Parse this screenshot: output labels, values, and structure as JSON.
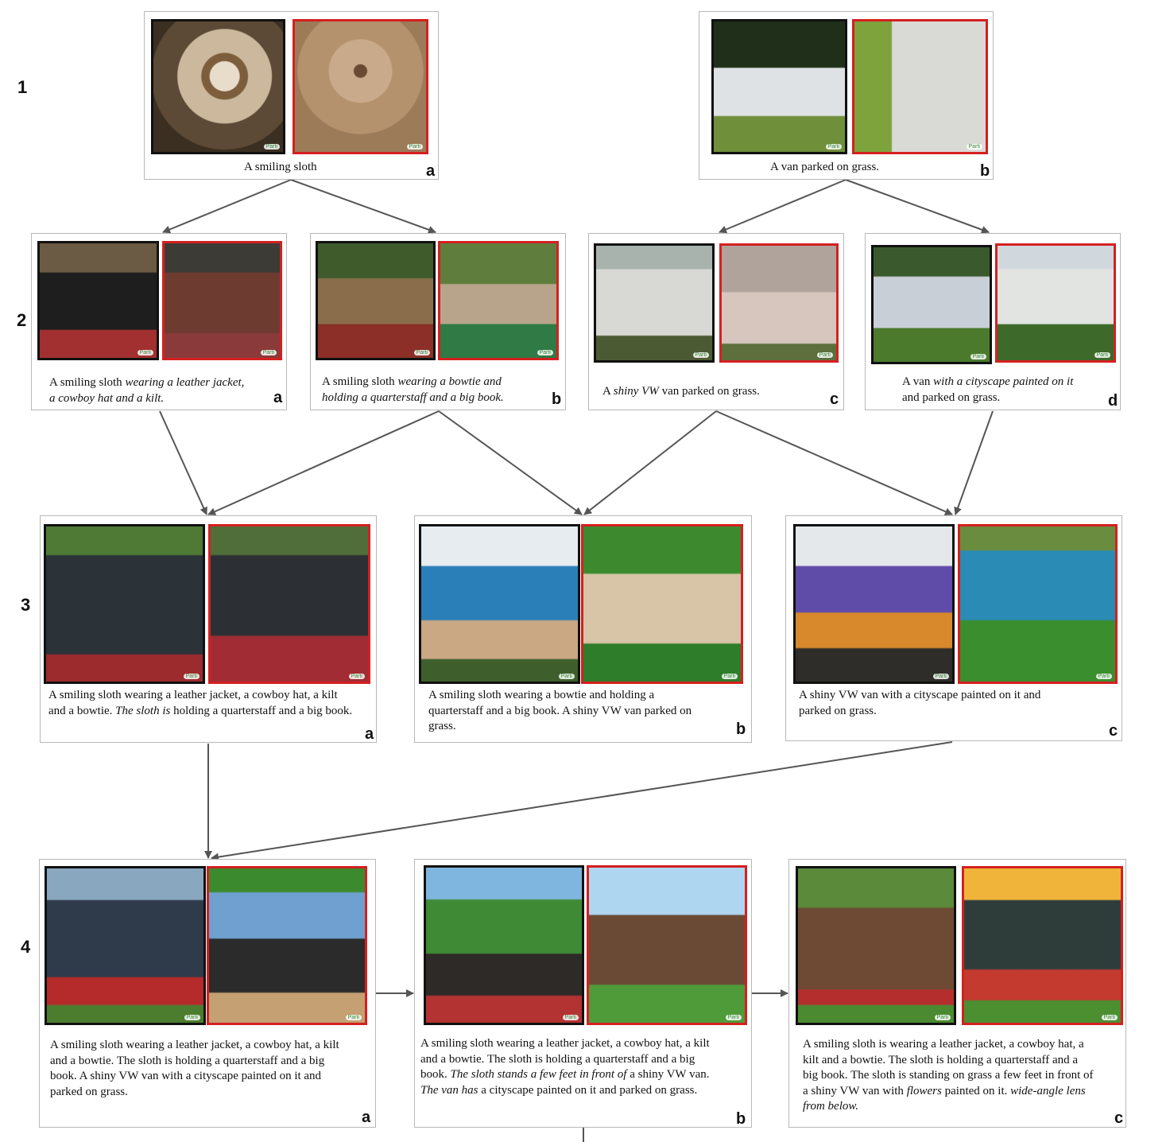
{
  "row_labels": [
    "1",
    "2",
    "3",
    "4"
  ],
  "image_watermark": "Parti",
  "panels": {
    "r1a": {
      "letter": "a",
      "caption": [
        "A smiling sloth"
      ]
    },
    "r1b": {
      "letter": "b",
      "caption": [
        "A van parked on grass."
      ]
    },
    "r2a": {
      "letter": "a",
      "caption": [
        "A smiling sloth ",
        "wearing a leather jacket,",
        "a cowboy hat and a kilt."
      ]
    },
    "r2b": {
      "letter": "b",
      "caption": [
        "A smiling sloth ",
        "wearing a bowtie and",
        "holding a quarterstaff and a big book."
      ]
    },
    "r2c": {
      "letter": "c",
      "caption": [
        "A ",
        "shiny VW",
        " van parked on grass."
      ]
    },
    "r2d": {
      "letter": "d",
      "caption": [
        "A van ",
        "with a cityscape painted on it",
        "and parked on grass."
      ]
    },
    "r3a": {
      "letter": "a",
      "caption": [
        "A smiling sloth wearing a leather jacket, a cowboy hat, a kilt",
        "and a bowtie. ",
        "The sloth is",
        " holding a quarterstaff and a big book."
      ]
    },
    "r3b": {
      "letter": "b",
      "caption": [
        "A smiling sloth wearing a bowtie and holding a",
        "quarterstaff and a big book. A shiny VW van parked on",
        "grass."
      ]
    },
    "r3c": {
      "letter": "c",
      "caption": [
        "A shiny VW van with a cityscape painted on it and",
        "parked on grass."
      ]
    },
    "r4a": {
      "letter": "a",
      "caption": [
        "A smiling sloth wearing a leather jacket, a cowboy hat, a kilt",
        "and a bowtie. The sloth is holding a quarterstaff and a big",
        "book. A shiny VW van with a cityscape painted on it and",
        "parked on grass."
      ]
    },
    "r4b": {
      "letter": "b",
      "caption": [
        "A smiling sloth wearing a leather jacket, a cowboy hat, a kilt",
        "and a bowtie. The sloth is holding a quarterstaff and a big",
        "book. ",
        "The sloth stands a few feet in front of",
        " a shiny VW van.",
        "The van has",
        " a cityscape painted on it and parked on grass."
      ]
    },
    "r4c": {
      "letter": "c",
      "caption": [
        "A smiling sloth is wearing a leather jacket, a cowboy hat, a",
        "kilt and a bowtie. The sloth is holding a quarterstaff and a",
        "big book. The sloth is standing on grass a few feet in front of",
        "a shiny VW van with ",
        "flowers",
        " painted on it. ",
        "wide-angle lens",
        "from below."
      ]
    }
  },
  "colors": {
    "primary_frame": "#111111",
    "alternate_frame": "#d42020",
    "arrow": "#555555",
    "panel_border": "#b8b8b8"
  }
}
